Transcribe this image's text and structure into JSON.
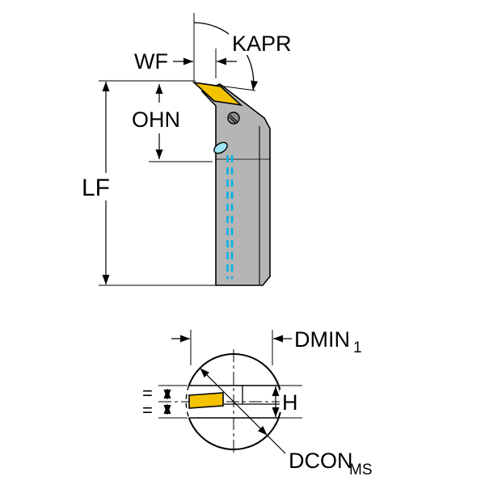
{
  "drawing": {
    "side_view": {
      "labels": {
        "kapr": "KAPR",
        "wf": "WF",
        "ohn": "OHN",
        "lf": "LF"
      }
    },
    "end_view": {
      "labels": {
        "dmin": "DMIN",
        "dmin_sub": "1",
        "h": "H",
        "equal_top": "=",
        "equal_bottom": "=",
        "dcon": "DCON",
        "dcon_sub": "MS"
      }
    },
    "colors": {
      "line": "#000000",
      "background": "#ffffff",
      "tool_body": "#b5b5b5",
      "insert": "#f3c300",
      "screw": "#8f8f8f",
      "coolant": "#00b4e6",
      "coolant_light": "#9fe3f5"
    }
  }
}
